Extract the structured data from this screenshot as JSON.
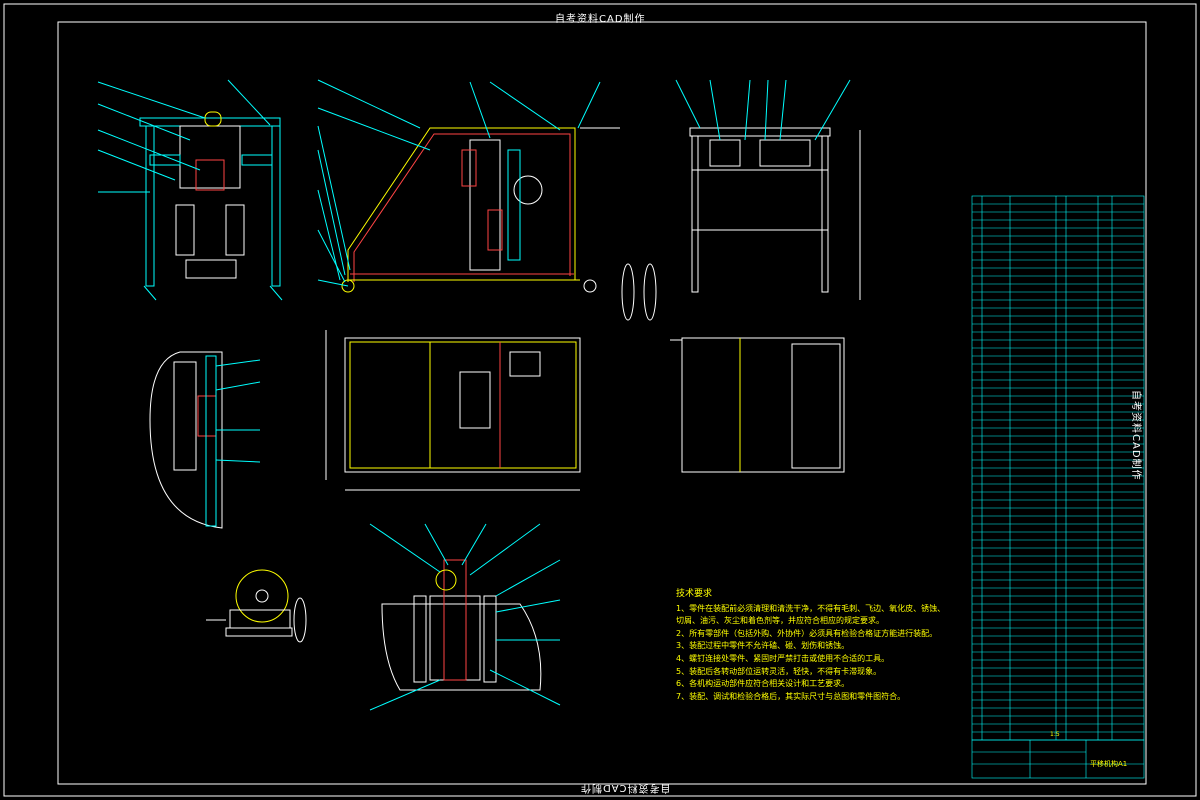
{
  "sheet": {
    "header_top": "自考资料CAD制作",
    "header_bottom": "自考资料CAD制作",
    "header_side": "自考资料CAD制作",
    "colors": {
      "background": "#000000",
      "frame": "#ffffff",
      "outline": "#00ffff",
      "accent": "#ffff00",
      "label": "#ffffff",
      "part": "#ff4444"
    }
  },
  "tech_requirements": {
    "title": "技术要求",
    "items": [
      "1、零件在装配前必须清理和清洗干净，不得有毛刺、飞边、氧化皮、锈蚀、",
      "切屑、油污、灰尘和着色剂等，并应符合相应的规定要求。",
      "2、所有零部件（包括外购、外协件）必须具有检验合格证方能进行装配。",
      "3、装配过程中零件不允许磕、碰、划伤和锈蚀。",
      "4、螺钉连接处零件、紧固时严禁打击或使用不合适的工具。",
      "5、装配后各转动部位运转灵活，轻快，不得有卡滞现象。",
      "6、各机构运动部件应符合相关设计和工艺要求。",
      "7、装配、调试和检验合格后，其实际尺寸与总图和零件图符合。"
    ]
  },
  "title_block": {
    "drawing_name": "平移机构A1",
    "scale": "1:5"
  }
}
